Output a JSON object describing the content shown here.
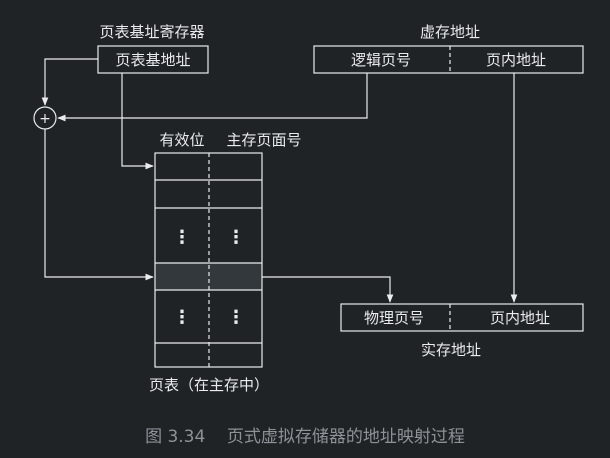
{
  "page_table_register": {
    "title": "页表基址寄存器",
    "box_label": "页表基地址"
  },
  "virtual_address": {
    "title": "虚存地址",
    "logical_page": "逻辑页号",
    "page_offset": "页内地址"
  },
  "adder": {
    "symbol": "+"
  },
  "page_table": {
    "col_valid": "有效位",
    "col_frame": "主存页面号",
    "ellipsis": "⋮",
    "caption": "页表（在主存中）"
  },
  "real_address": {
    "title": "实存地址",
    "physical_page": "物理页号",
    "page_offset": "页内地址"
  },
  "figure_caption": "图 3.34    页式虚拟存储器的地址映射过程",
  "colors": {
    "background": "#1f2326",
    "foreground": "#e9ebed",
    "highlight_row": "#33383c",
    "caption": "#8c9298"
  }
}
